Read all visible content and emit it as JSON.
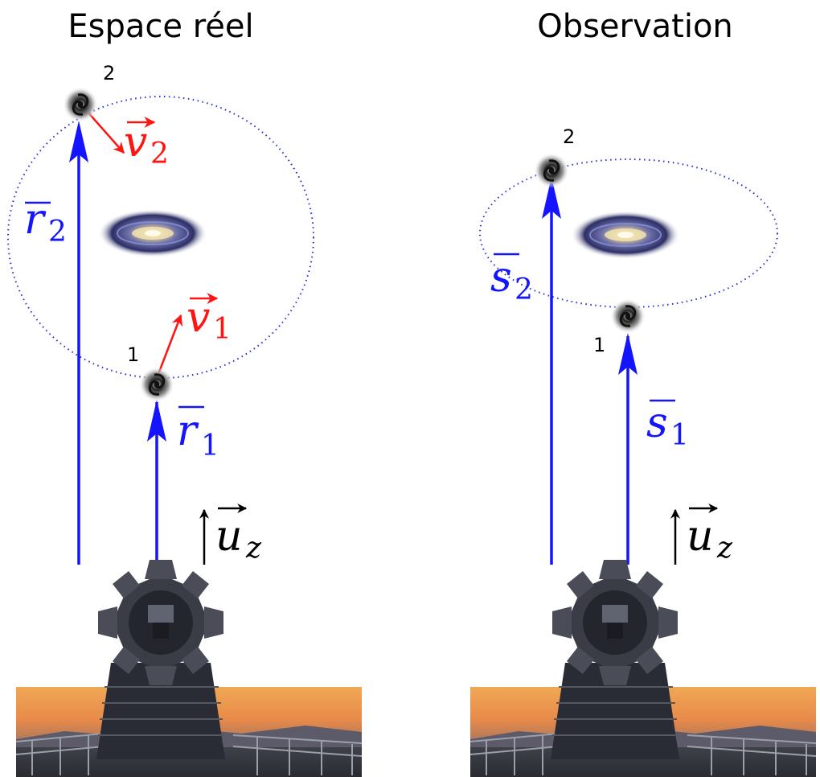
{
  "panels": [
    {
      "title": "Espace réel",
      "galaxy_labels": [
        "1",
        "2"
      ],
      "vectors": [
        {
          "symbol": "r",
          "subscript": "1",
          "color": "#1414ff"
        },
        {
          "symbol": "r",
          "subscript": "2",
          "color": "#1414ff"
        },
        {
          "symbol": "v",
          "subscript": "1",
          "color": "#ff1414"
        },
        {
          "symbol": "v",
          "subscript": "2",
          "color": "#ff1414"
        },
        {
          "symbol": "u",
          "subscript": "z",
          "color": "#000000"
        }
      ]
    },
    {
      "title": "Observation",
      "galaxy_labels": [
        "1",
        "2"
      ],
      "vectors": [
        {
          "symbol": "s",
          "subscript": "1",
          "color": "#1414ff"
        },
        {
          "symbol": "s",
          "subscript": "2",
          "color": "#1414ff"
        },
        {
          "symbol": "u",
          "subscript": "z",
          "color": "#000000"
        }
      ]
    }
  ],
  "colors": {
    "position_vectors": "#1414ff",
    "velocity_vectors": "#ff1414",
    "axis_vector": "#000000",
    "orbit": "#2a2ad8"
  },
  "icons": [
    "galaxy-icon",
    "spiral-galaxy-icon",
    "telescope-icon"
  ]
}
